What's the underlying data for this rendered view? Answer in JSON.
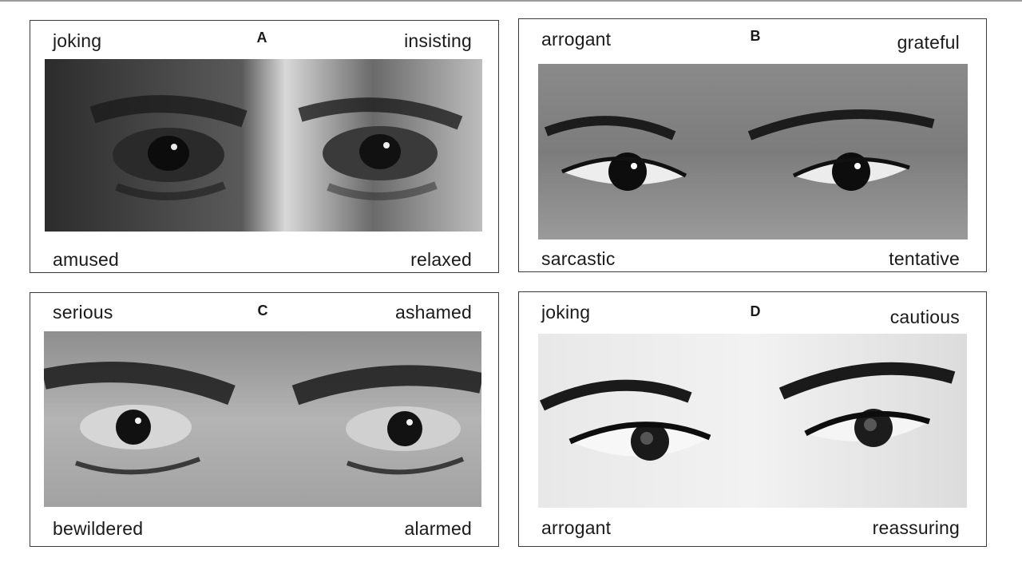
{
  "panels": [
    {
      "letter": "A",
      "top_left": "joking",
      "top_right": "insisting",
      "bottom_left": "amused",
      "bottom_right": "relaxed"
    },
    {
      "letter": "B",
      "top_left": "arrogant",
      "top_right": "grateful",
      "bottom_left": "sarcastic",
      "bottom_right": "tentative"
    },
    {
      "letter": "C",
      "top_left": "serious",
      "top_right": "ashamed",
      "bottom_left": "bewildered",
      "bottom_right": "alarmed"
    },
    {
      "letter": "D",
      "top_left": "joking",
      "top_right": "cautious",
      "bottom_left": "arrogant",
      "bottom_right": "reassuring"
    }
  ],
  "colors": {
    "border": "#3a3a3a",
    "text": "#1a1a1a"
  }
}
